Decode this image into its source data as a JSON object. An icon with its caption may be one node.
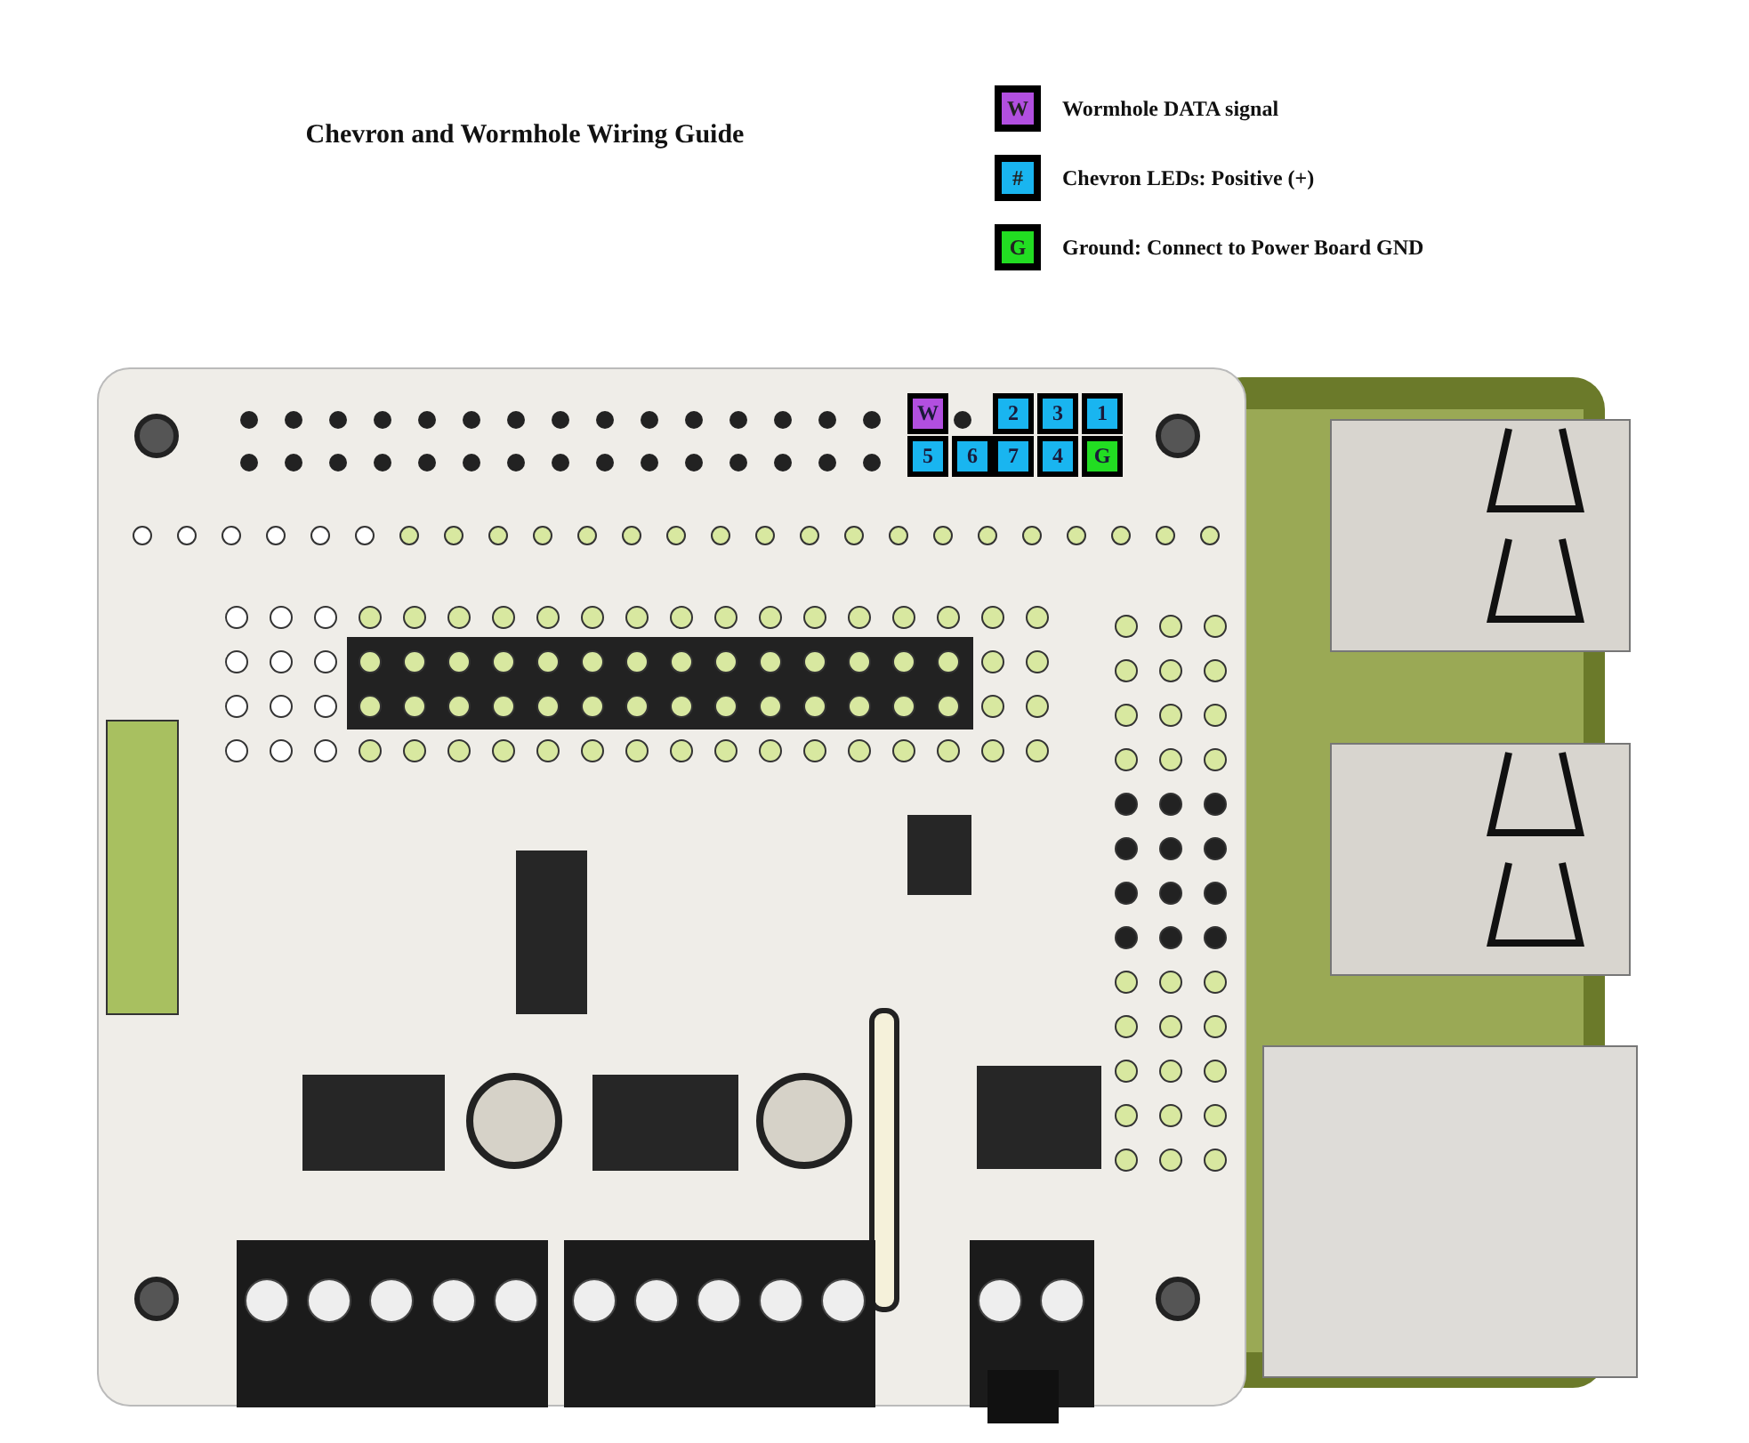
{
  "diagram": {
    "title": "Chevron and Wormhole Wiring Guide",
    "labels": [
      "W",
      "#",
      "G",
      "W",
      "2",
      "3",
      "1",
      "5",
      "6",
      "7",
      "4",
      "G"
    ],
    "legend": [
      {
        "text": "Wormhole DATA signal",
        "color": "#b24fe0"
      },
      {
        "text": "Chevron LEDs: Positive (+)",
        "color": "#19b5f0"
      },
      {
        "text": "Ground: Connect to Power Board GND",
        "color": "#22dd22"
      }
    ]
  }
}
